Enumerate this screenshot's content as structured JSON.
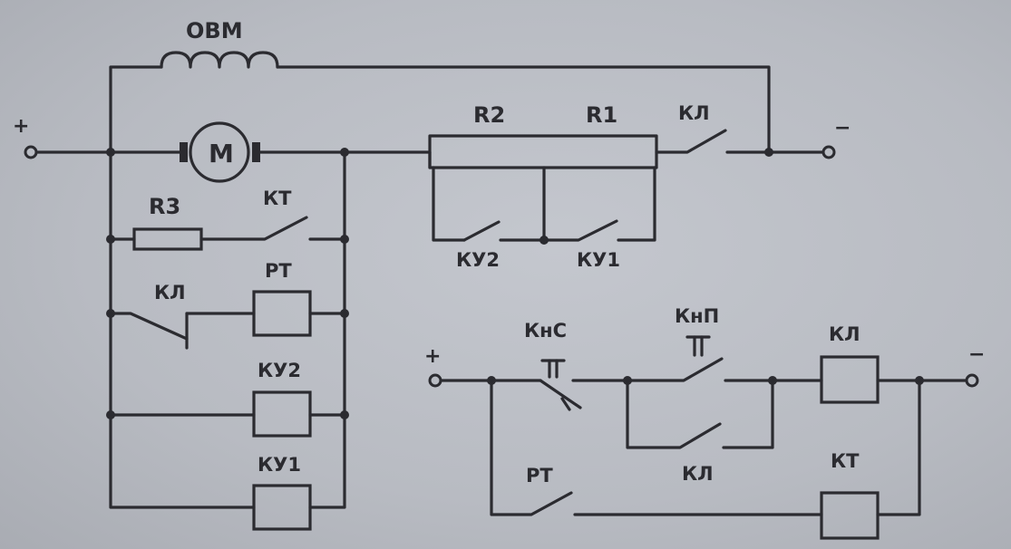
{
  "labels": {
    "ovm": "ОВМ",
    "motor": "М",
    "r3": "R3",
    "r2": "R2",
    "r1": "R1",
    "kt_contact": "КТ",
    "kl_main": "КЛ",
    "ky2_contact": "КУ2",
    "ky1_contact": "КУ1",
    "kl_nc": "КЛ",
    "rt_coil": "РТ",
    "ky2_coil": "КУ2",
    "ky1_coil": "КУ1",
    "knc": "КнС",
    "knp": "КнП",
    "kl_coil": "КЛ",
    "kl_hold": "КЛ",
    "rt_contact": "РТ",
    "kt_coil": "КТ"
  },
  "terminals": {
    "plus_main": "+",
    "minus_main": "−",
    "plus_ctrl": "+",
    "minus_ctrl": "−"
  },
  "colors": {
    "background": "#b9bcc3",
    "ink": "#2b2b30"
  }
}
